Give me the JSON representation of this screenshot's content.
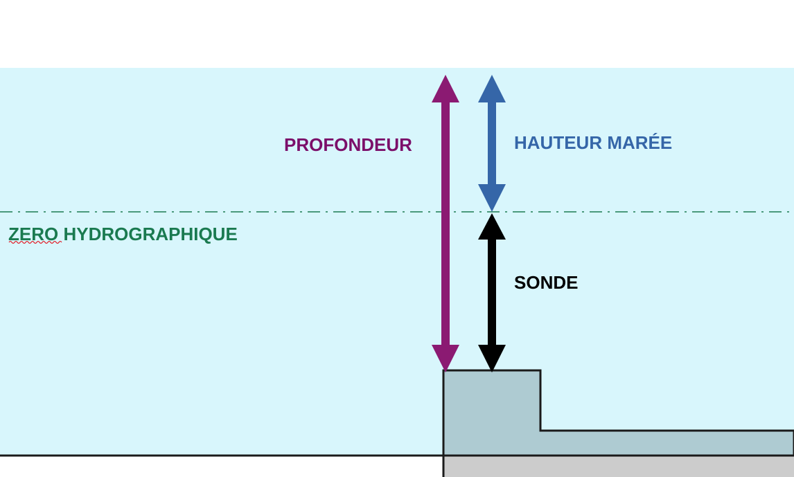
{
  "labels": {
    "profondeur": "PROFONDEUR",
    "hauteur_maree": "HAUTEUR MARÉE",
    "zero_hydrographique": "ZERO HYDROGRAPHIQUE",
    "sonde": "SONDE"
  },
  "colors": {
    "water": "#d8f6fc",
    "seabed": "#aecbd2",
    "ground": "#cccccc",
    "outline": "#1a1a1a",
    "profondeur": "#8b1a72",
    "hauteur_maree": "#3566a8",
    "zero_line": "#1a7a50",
    "sonde": "#000000"
  }
}
